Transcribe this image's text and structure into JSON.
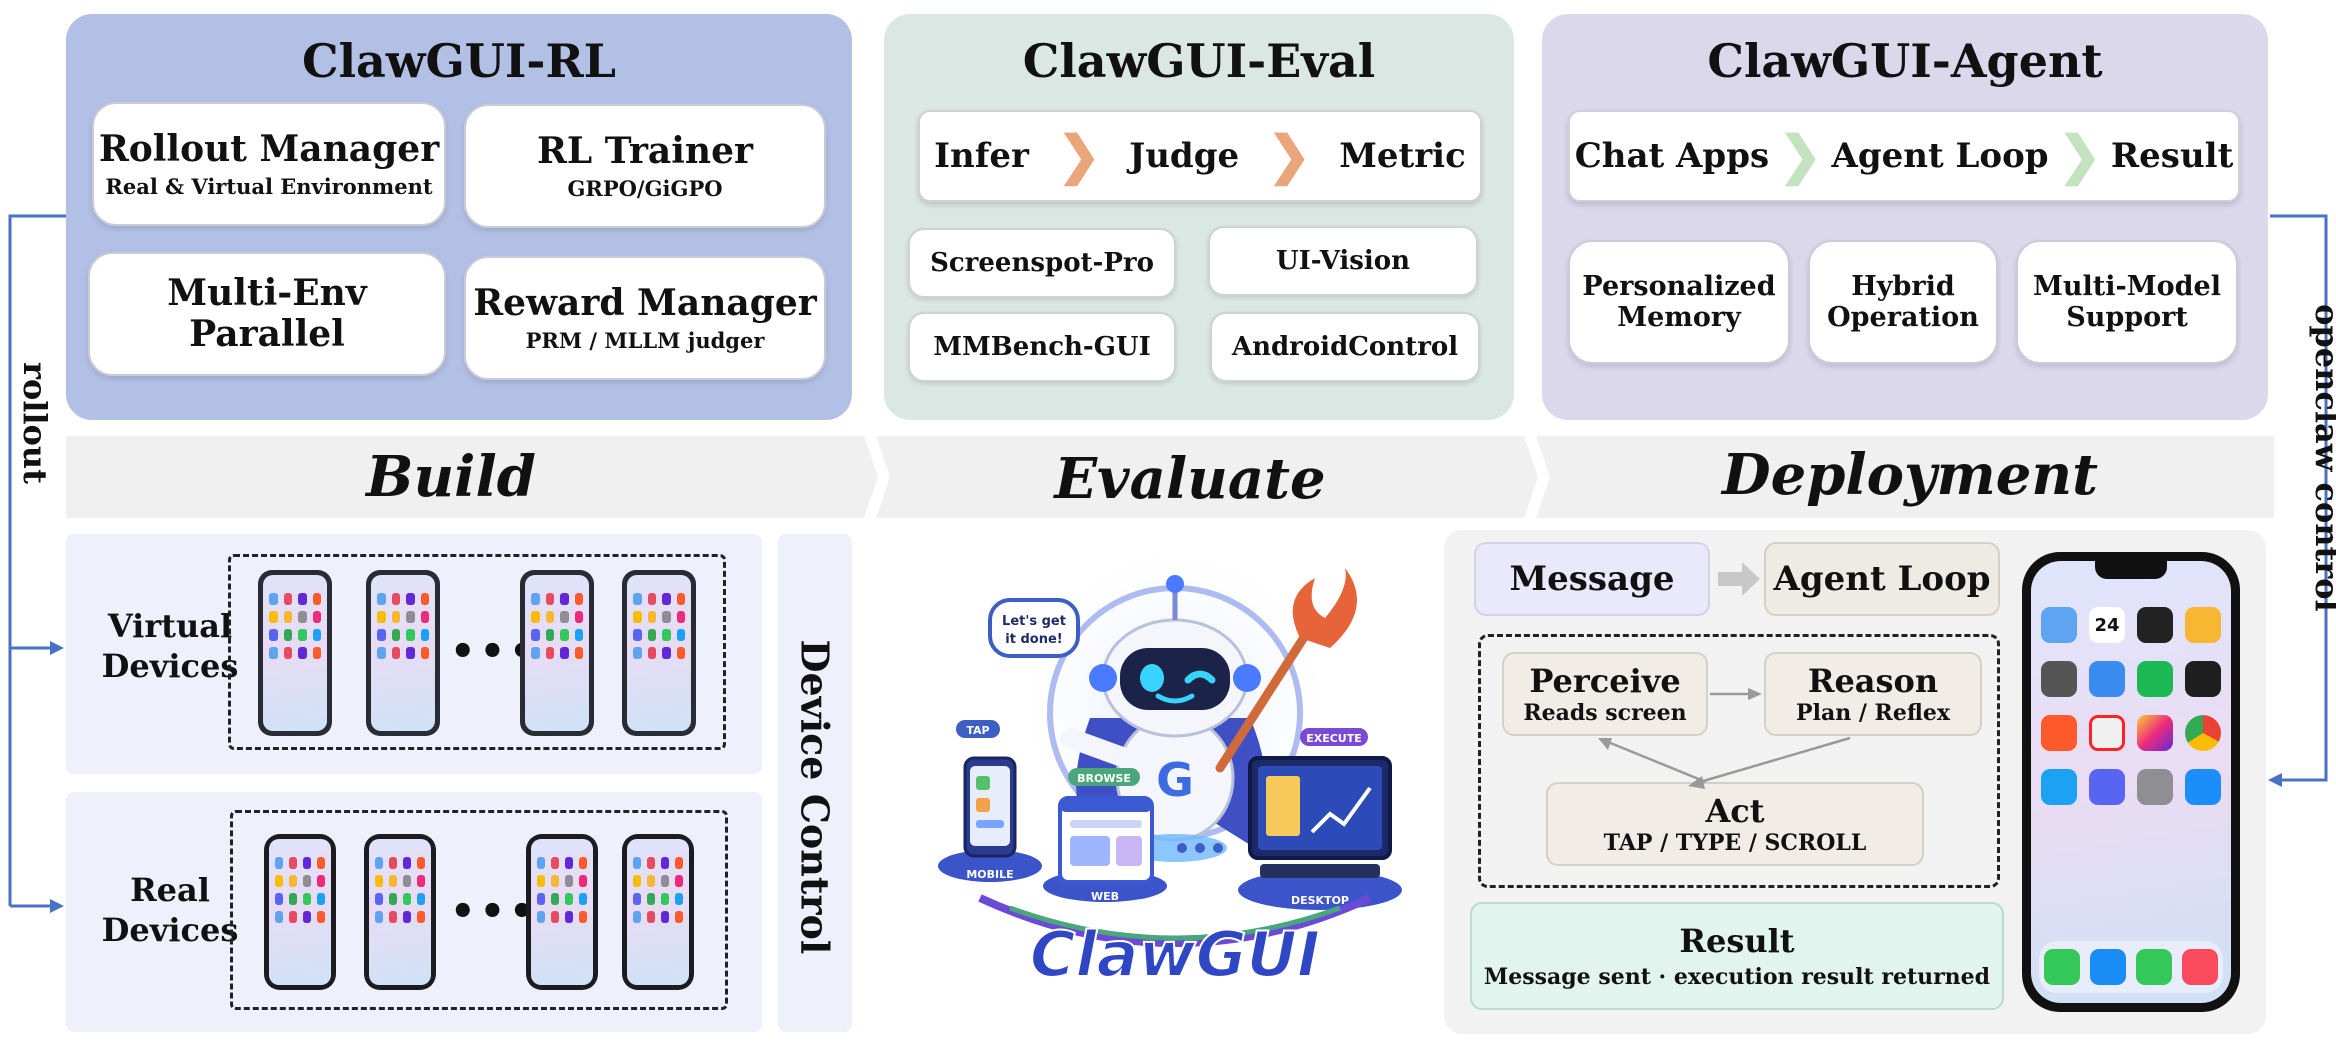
{
  "colors": {
    "rl_panel": "#b3c0e6",
    "eval_panel": "#dbe7e2",
    "agent_panel": "#dcd8ec",
    "stage_bar": "#f0f0f0",
    "device_area": "#eef0fb",
    "deploy_area": "#f2f2f2",
    "arrow_blue": "#4a72c4",
    "chevron_orange": "#eaa67a",
    "chevron_green": "#c4e2c0",
    "message_box": "#eae8fb",
    "agent_box": "#eeebe4",
    "result_box": "#e2f4ee",
    "act_box": "#f1ede6"
  },
  "rl": {
    "title": "ClawGUI-RL",
    "cards": [
      {
        "title": "Rollout Manager",
        "sub": "Real & Virtual Environment"
      },
      {
        "title": "RL Trainer",
        "sub": "GRPO/GiGPO"
      },
      {
        "title": "Multi-Env Parallel",
        "sub": ""
      },
      {
        "title": "Reward Manager",
        "sub": "PRM / MLLM judger"
      }
    ]
  },
  "eval": {
    "title": "ClawGUI-Eval",
    "pipeline": [
      "Infer",
      "Judge",
      "Metric"
    ],
    "benchmarks": [
      "Screenspot-Pro",
      "UI-Vision",
      "MMBench-GUI",
      "AndroidControl"
    ]
  },
  "agent": {
    "title": "ClawGUI-Agent",
    "pipeline": [
      "Chat Apps",
      "Agent Loop",
      "Result"
    ],
    "features": [
      {
        "line1": "Personalized",
        "line2": "Memory"
      },
      {
        "line1": "Hybrid",
        "line2": "Operation"
      },
      {
        "line1": "Multi-Model",
        "line2": "Support"
      }
    ]
  },
  "stages": [
    "Build",
    "Evaluate",
    "Deployment"
  ],
  "side_labels": {
    "left": "rollout",
    "right": "openclaw control",
    "device_control": "Device Control"
  },
  "build": {
    "virtual": {
      "line1": "Virtual",
      "line2": "Devices"
    },
    "real": {
      "line1": "Real",
      "line2": "Devices"
    },
    "ellipsis": "•••"
  },
  "evaluate": {
    "speech": "Let's get it done!",
    "labels": [
      "TAP",
      "BROWSE",
      "EXECUTE",
      "MOBILE",
      "WEB",
      "DESKTOP"
    ],
    "brand": "ClawGUI"
  },
  "deploy": {
    "message": "Message",
    "agent_loop": "Agent Loop",
    "perceive": {
      "title": "Perceive",
      "sub": "Reads screen"
    },
    "reason": {
      "title": "Reason",
      "sub": "Plan / Reflex"
    },
    "act": {
      "title": "Act",
      "sub": "TAP / TYPE / SCROLL"
    },
    "result": {
      "title": "Result",
      "sub": "Message sent · execution result returned"
    },
    "phone_date": "24"
  }
}
